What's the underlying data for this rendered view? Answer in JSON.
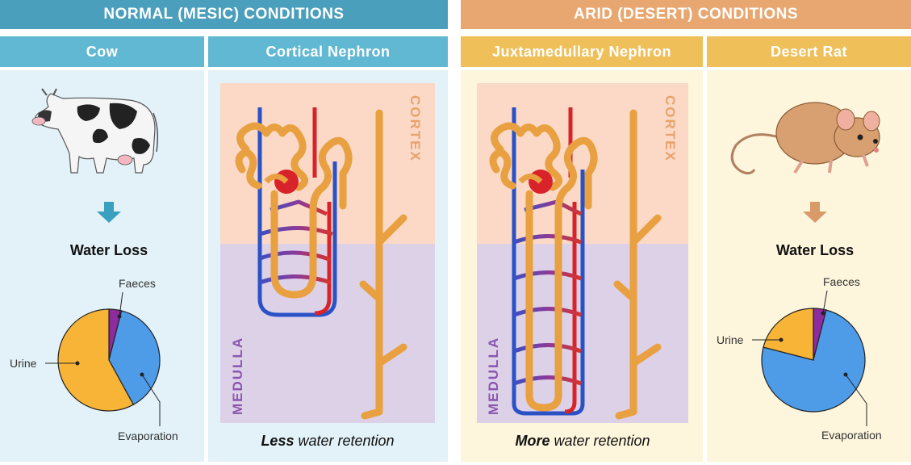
{
  "normal": {
    "header": "NORMAL (MESIC) CONDITIONS",
    "color": "#4a9fbc",
    "cow": {
      "label": "Cow",
      "water_loss": "Water Loss",
      "pie": [
        {
          "name": "Urine",
          "value": 0.58,
          "color": "#f7b436"
        },
        {
          "name": "Faeces",
          "value": 0.04,
          "color": "#8d2c9e"
        },
        {
          "name": "Evaporation",
          "value": 0.38,
          "color": "#4e9be8"
        }
      ],
      "labels": {
        "faeces": "Faeces",
        "urine": "Urine",
        "evaporation": "Evaporation"
      }
    },
    "nephron": {
      "label": "Cortical Nephron",
      "cortex": "CORTEX",
      "medulla": "MEDULLA",
      "caption_bold": "Less",
      "caption_rest": " water retention"
    }
  },
  "arid": {
    "header": "ARID (DESERT) CONDITIONS",
    "color": "#e8a770",
    "nephron": {
      "label": "Juxtamedullary Nephron",
      "cortex": "CORTEX",
      "medulla": "MEDULLA",
      "caption_bold": "More",
      "caption_rest": " water retention"
    },
    "rat": {
      "label": "Desert Rat",
      "water_loss": "Water Loss",
      "pie": [
        {
          "name": "Urine",
          "value": 0.21,
          "color": "#f7b436"
        },
        {
          "name": "Faeces",
          "value": 0.04,
          "color": "#8d2c9e"
        },
        {
          "name": "Evaporation",
          "value": 0.75,
          "color": "#4e9be8"
        }
      ],
      "labels": {
        "faeces": "Faeces",
        "urine": "Urine",
        "evaporation": "Evaporation"
      }
    }
  }
}
